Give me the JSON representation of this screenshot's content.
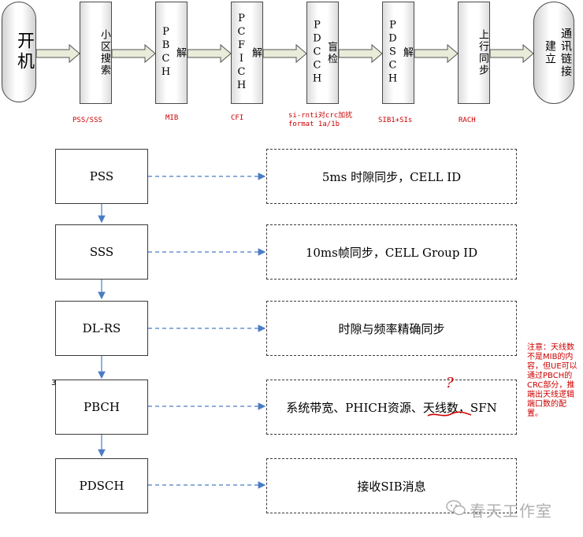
{
  "top_flow": {
    "start": "开机",
    "stages": [
      {
        "text": "小区搜索",
        "label": "PSS/SSS"
      },
      {
        "text": "解PBCH",
        "label": "MIB"
      },
      {
        "text": "解PCFICH",
        "label": "CFI"
      },
      {
        "text": "盲检PDCCH",
        "label": "si-rnti对crc加扰\nformat 1a/1b"
      },
      {
        "text": "解PDSCH",
        "label": "SIB1+SIs"
      },
      {
        "text": "上行同步",
        "label": "RACH"
      }
    ],
    "end": "通讯链接建立"
  },
  "detail_flow": [
    {
      "name": "PSS",
      "desc": "5ms 时隙同步，CELL ID"
    },
    {
      "name": "SSS",
      "desc": "10ms帧同步，CELL Group ID"
    },
    {
      "name": "DL-RS",
      "desc": "时隙与频率精确同步"
    },
    {
      "name": "PBCH",
      "desc": "系统带宽、PHICH资源、天线数，SFN"
    },
    {
      "name": "PDSCH",
      "desc": "接收SIB消息"
    }
  ],
  "side_note": "注意：天线数不是MIB的内容，但UE可以通过PBCH的CRC部分，推端出天线逻辑端口数的配置。",
  "handwritten_mark": "?",
  "corner_glyph": "3",
  "watermark": "春天工作室",
  "colors": {
    "arrow_blue": "#4a7cc4",
    "red": "#cc0000",
    "note_red": "#cc0000"
  }
}
